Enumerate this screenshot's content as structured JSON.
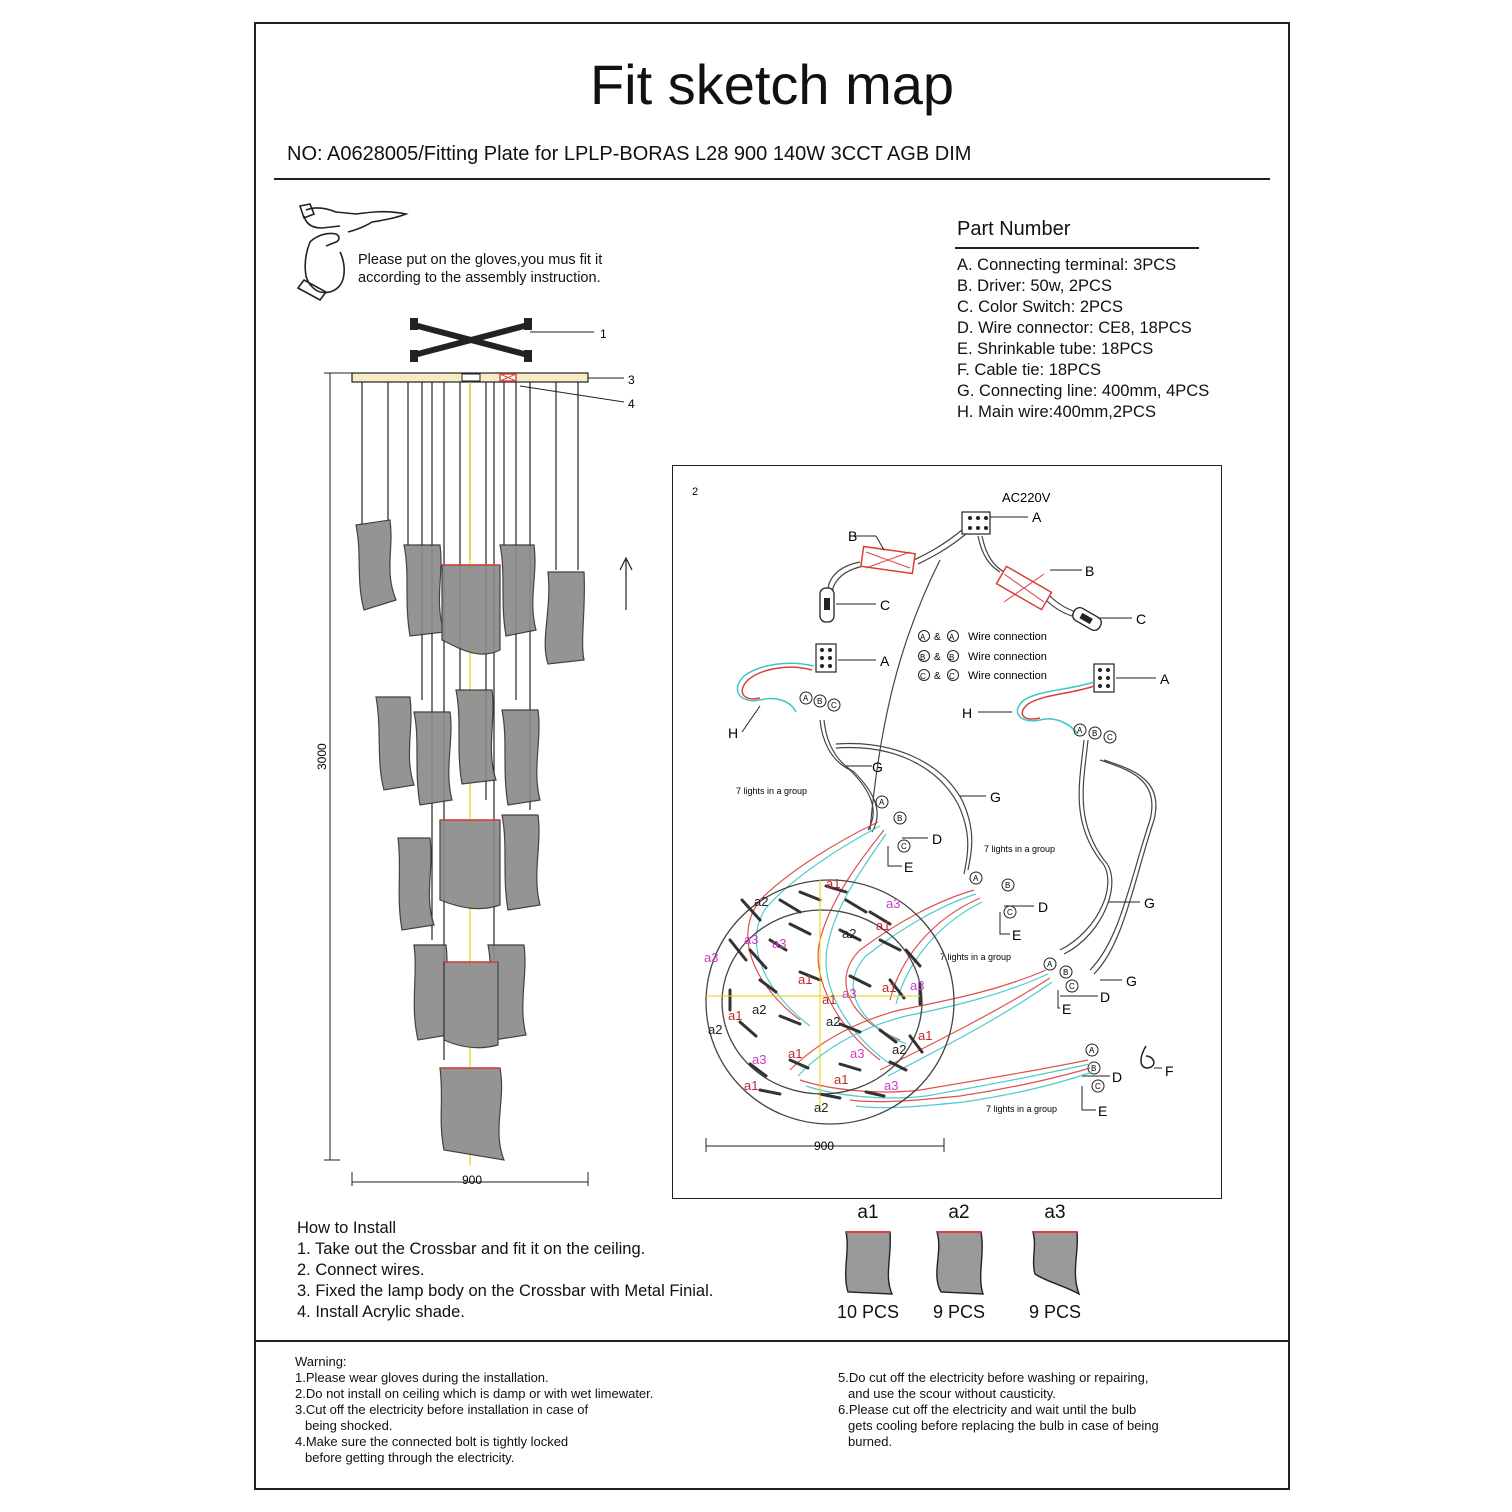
{
  "title": "Fit sketch map",
  "subtitle": "NO: A0628005/Fitting Plate for LPLP-BORAS L28 900 140W 3CCT AGB DIM",
  "gloves_note": [
    "Please put on the gloves,you mus fit it",
    "according to the assembly instruction."
  ],
  "parts": {
    "title": "Part  Number",
    "items": [
      "A. Connecting terminal: 3PCS",
      "B. Driver: 50w, 2PCS",
      "C. Color Switch: 2PCS",
      "D. Wire connector:  CE8, 18PCS",
      "E. Shrinkable tube: 18PCS",
      "F. Cable tie: 18PCS",
      "G. Connecting line: 400mm, 4PCS",
      "H. Main wire:400mm,2PCS"
    ]
  },
  "lamp_drawing": {
    "callouts": [
      "1",
      "3",
      "4"
    ],
    "height_dim": "3000",
    "width_dim": "900"
  },
  "wiring": {
    "panel_no": "2",
    "power": "AC220V",
    "legend": [
      "Wire connection",
      "Wire connection",
      "Wire connection"
    ],
    "legend_marks": [
      [
        "A",
        "A"
      ],
      [
        "B",
        "B"
      ],
      [
        "C",
        "C"
      ]
    ],
    "legend_amp": "&",
    "group_label": "7 lights in a group",
    "width_dim": "900",
    "letters": {
      "A": "A",
      "B": "B",
      "C": "C",
      "D": "D",
      "E": "E",
      "F": "F",
      "G": "G",
      "H": "H"
    },
    "shade_labels": {
      "a1": "a1",
      "a2": "a2",
      "a3": "a3"
    }
  },
  "shades": [
    {
      "label": "a1",
      "qty": "10 PCS"
    },
    {
      "label": "a2",
      "qty": "9 PCS"
    },
    {
      "label": "a3",
      "qty": "9 PCS"
    }
  ],
  "install": {
    "title": "How to Install",
    "steps": [
      "1. Take out the Crossbar and fit it on the ceiling.",
      "2. Connect wires.",
      "3. Fixed the lamp body on the Crossbar with Metal Finial.",
      "4. Install Acrylic shade."
    ]
  },
  "warning": {
    "title": "Warning:",
    "left": [
      "1.Please wear gloves during the installation.",
      "2.Do not install on ceiling which is damp or with wet limewater.",
      "3.Cut off the electricity before installation in case of",
      "   being shocked.",
      "4.Make sure the connected bolt is tightly locked",
      "   before getting through the electricity."
    ],
    "right": [
      "5.Do cut off the electricity before washing or repairing,",
      "   and use the scour without causticity.",
      "6.Please cut off the electricity and wait until the bulb",
      "   gets cooling before replacing the bulb in case of being",
      "   burned."
    ]
  },
  "colors": {
    "ink": "#222222",
    "wire_red": "#d9403a",
    "wire_cyan": "#3ec5c9",
    "shade_grey": "#9a9a9a",
    "label_pink": "#c83cc8",
    "label_red": "#c0272d",
    "guide_yellow": "#e6d000"
  }
}
